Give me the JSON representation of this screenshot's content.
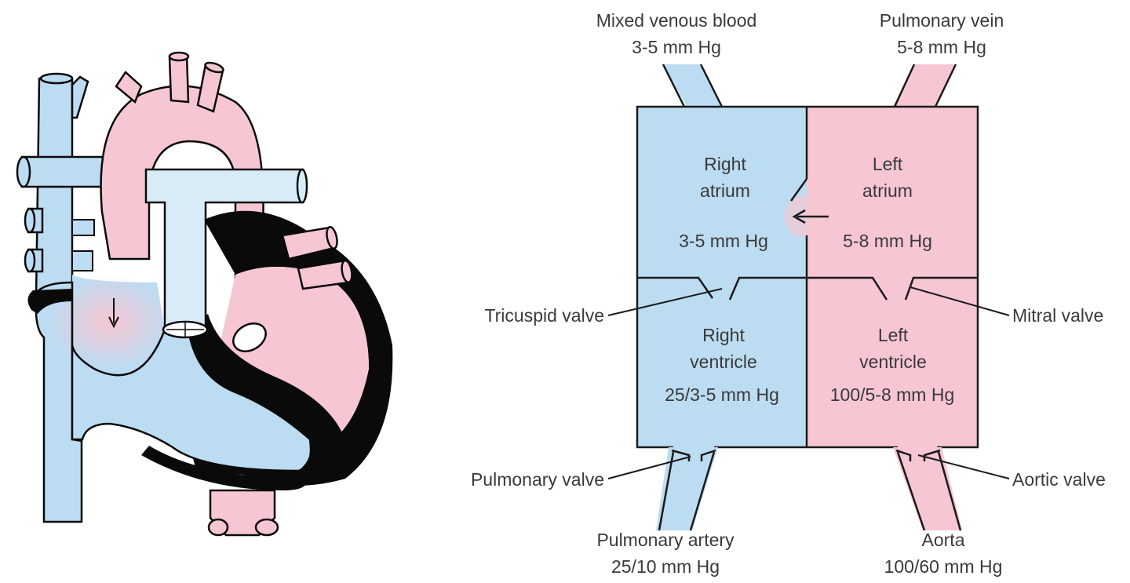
{
  "colors": {
    "deoxygenated": "#bcdcf2",
    "oxygenated": "#f6c6d2",
    "outline": "#0a0a0a",
    "text": "#3a3a3a"
  },
  "vessels_top": {
    "mixed_venous": {
      "name": "Mixed venous blood",
      "pressure": "3-5 mm Hg"
    },
    "pulmonary_vein": {
      "name": "Pulmonary vein",
      "pressure": "5-8 mm Hg"
    }
  },
  "chambers": {
    "right_atrium": {
      "line1": "Right",
      "line2": "atrium",
      "pressure": "3-5 mm Hg"
    },
    "left_atrium": {
      "line1": "Left",
      "line2": "atrium",
      "pressure": "5-8 mm Hg"
    },
    "right_ventricle": {
      "line1": "Right",
      "line2": "ventricle",
      "pressure": "25/3-5 mm Hg"
    },
    "left_ventricle": {
      "line1": "Left",
      "line2": "ventricle",
      "pressure": "100/5-8 mm Hg"
    }
  },
  "valves": {
    "tricuspid": "Tricuspid valve",
    "mitral": "Mitral valve",
    "pulmonary": "Pulmonary valve",
    "aortic": "Aortic valve"
  },
  "vessels_bottom": {
    "pulmonary_artery": {
      "name": "Pulmonary artery",
      "pressure": "25/10 mm Hg"
    },
    "aorta": {
      "name": "Aorta",
      "pressure": "100/60 mm Hg"
    }
  }
}
